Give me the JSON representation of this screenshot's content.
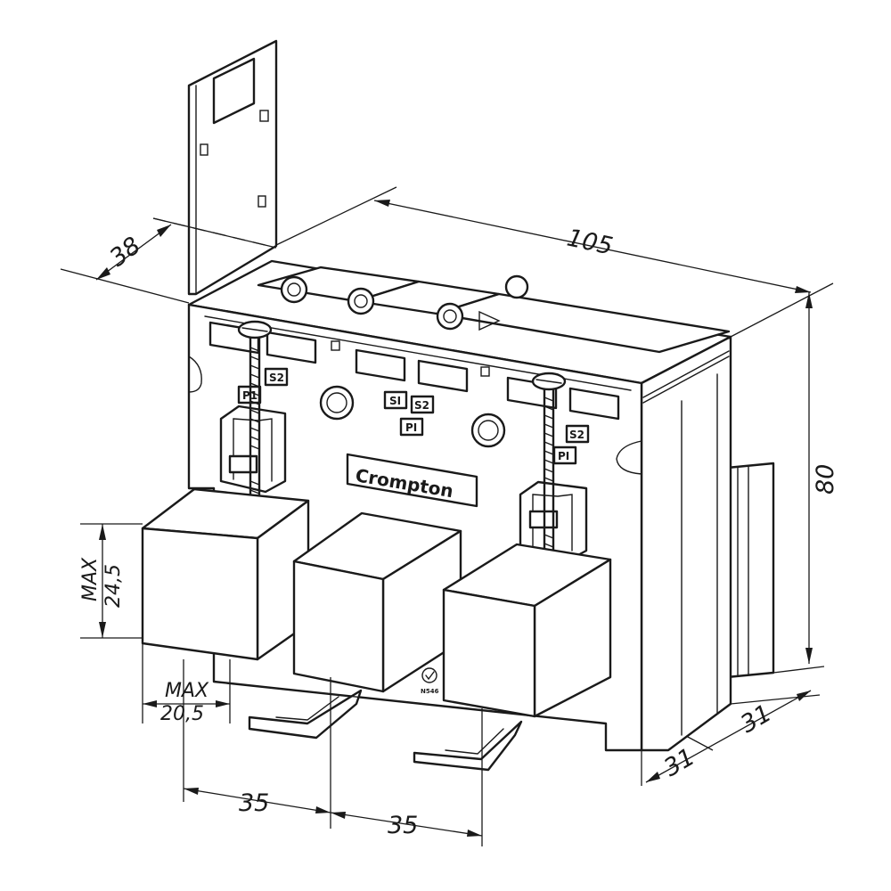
{
  "dimensions": {
    "width_top": "105",
    "bracket_depth": "38",
    "height": "80",
    "depth_lower": "31",
    "depth_upper": "31",
    "spacing_left": "35",
    "spacing_right": "35",
    "cable_height_max_label": "MAX",
    "cable_height_value": "24,5",
    "cable_width_max_label": "MAX",
    "cable_width_value": "20,5"
  },
  "terminals": {
    "left_s2": "S2",
    "left_p1": "P1",
    "center_s1": "SI",
    "center_s2": "S2",
    "center_p1": "PI",
    "right_s2": "S2",
    "right_p1": "PI"
  },
  "brand": {
    "name": "Crompton"
  },
  "cert_mark": {
    "code": "N546"
  }
}
